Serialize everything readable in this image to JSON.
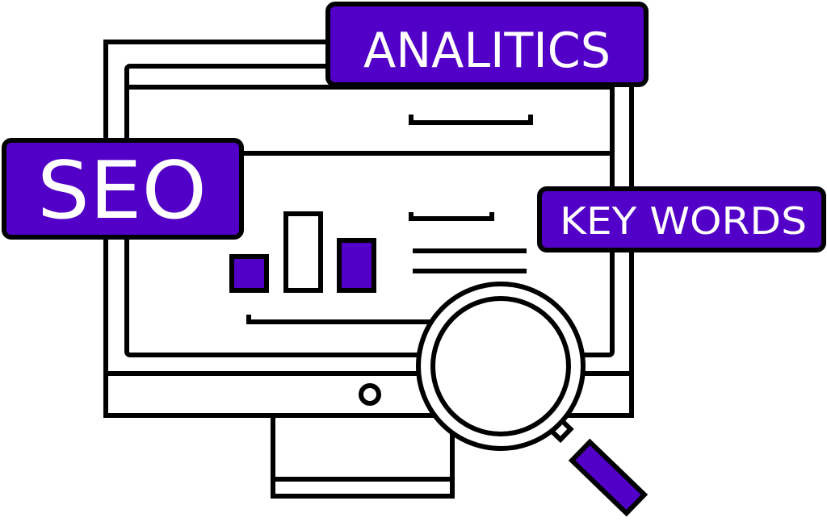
{
  "labels": {
    "analytics": "ANALITICS",
    "seo": "SEO",
    "keywords": "KEY WORDS"
  },
  "colors": {
    "accent": "#5200c7",
    "outline": "#000000",
    "background": "#ffffff",
    "label_text": "#ffffff"
  },
  "icons": {
    "monitor": "monitor-icon",
    "bar_chart": "bar-chart-icon",
    "magnifier": "magnifying-glass-icon"
  }
}
